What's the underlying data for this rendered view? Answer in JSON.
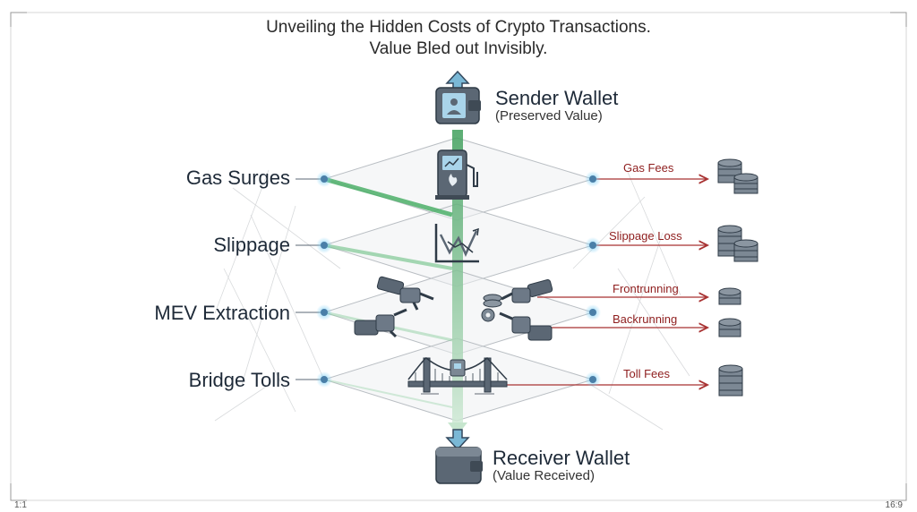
{
  "title": {
    "line1": "Unveiling the Hidden Costs of Crypto Transactions.",
    "line2": "Value Bled out Invisibly."
  },
  "sender": {
    "title": "Sender Wallet",
    "subtitle": "(Preserved Value)"
  },
  "receiver": {
    "title": "Receiver Wallet",
    "subtitle": "(Value Received)"
  },
  "stages": [
    {
      "label": "Gas Surges",
      "costs": [
        "Gas Fees"
      ],
      "icon": "gas-pump-icon"
    },
    {
      "label": "Slippage",
      "costs": [
        "Slippage Loss"
      ],
      "icon": "declining-chart-icon"
    },
    {
      "label": "MEV Extraction",
      "costs": [
        "Frontrunning",
        "Backrunning"
      ],
      "icon": "robot-hands-icon"
    },
    {
      "label": "Bridge Tolls",
      "costs": [
        "Toll Fees"
      ],
      "icon": "bridge-icon"
    }
  ],
  "corners": {
    "bottom_left": "1:1",
    "bottom_right": "16:9"
  },
  "colors": {
    "flow_green": "#4caf68",
    "cost_red": "#a83232",
    "node_blue": "#4a7fa8",
    "icon_slate": "#5b6774"
  }
}
